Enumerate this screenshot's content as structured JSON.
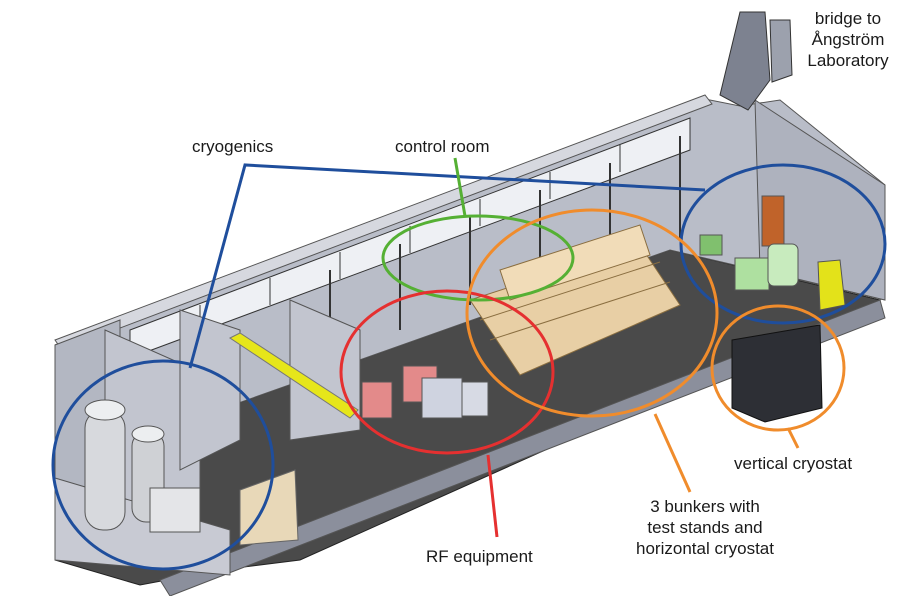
{
  "labels": {
    "bridge": "bridge to\nÅngström\nLaboratory",
    "cryogenics": "cryogenics",
    "control_room": "control room",
    "rf_equipment": "RF equipment",
    "bunkers": "3 bunkers with\ntest stands and\nhorizontal cryostat",
    "vertical_cryostat": "vertical cryostat"
  },
  "colors": {
    "cryogenics": "#1f4e9c",
    "control_room": "#55b034",
    "rf_equipment": "#e53030",
    "bunkers": "#f08c2c",
    "vertical_cryostat": "#f08c2c"
  }
}
